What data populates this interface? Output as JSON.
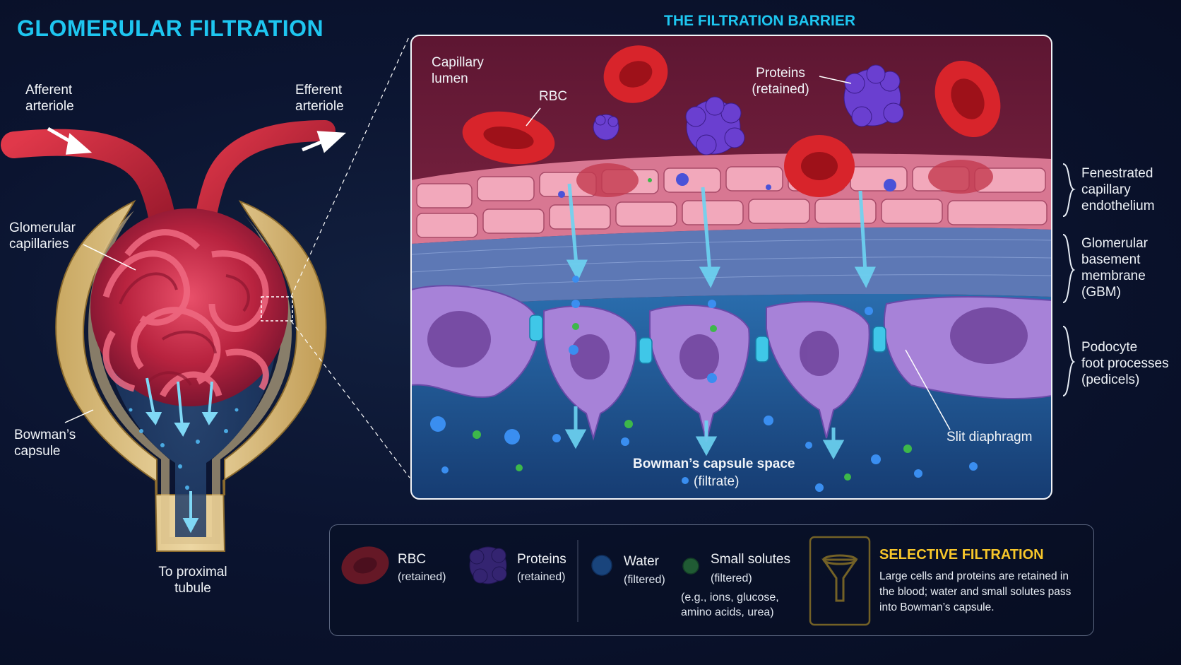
{
  "title": "GLOMERULAR FILTRATION",
  "barrier_title": "THE FILTRATION BARRIER",
  "left_labels": {
    "afferent": "Afferent\narteriole",
    "efferent": "Efferent\narteriole",
    "capillaries": "Glomerular\ncapillaries",
    "bowman": "Bowman’s\ncapsule",
    "proximal": "To proximal\ntubule"
  },
  "panel_labels": {
    "lumen": "Capillary\nlumen",
    "rbc": "RBC",
    "proteins": "Proteins\n(retained)",
    "space": "Bowman’s capsule space",
    "filtrate": "(filtrate)",
    "slit": "Slit diaphragm"
  },
  "layers": [
    {
      "label": "Fenestrated\ncapillary\nendothelium"
    },
    {
      "label": "Glomerular\nbasement\nmembrane\n(GBM)"
    },
    {
      "label": "Podocyte\nfoot processes\n(pedicels)"
    }
  ],
  "legend": {
    "rbc": {
      "name": "RBC",
      "note": "(retained)"
    },
    "proteins": {
      "name": "Proteins",
      "note": "(retained)"
    },
    "water": {
      "name": "Water",
      "note": "(filtered)"
    },
    "solutes": {
      "name": "Small solutes",
      "note": "(filtered)",
      "examples": "(e.g., ions, glucose,\namino acids, urea)"
    },
    "selective": {
      "title": "SELECTIVE FILTRATION",
      "description": "Large cells and proteins are retained in the blood; water and small solutes pass into Bowman’s capsule."
    }
  },
  "colors": {
    "accent": "#1ec6f0",
    "highlight": "#f7c62a",
    "rbc": "#d8242b",
    "protein": "#6a3fd0",
    "water": "#2f86e8",
    "solute": "#3fb84a"
  },
  "icons": {
    "filter": "funnel-icon"
  }
}
